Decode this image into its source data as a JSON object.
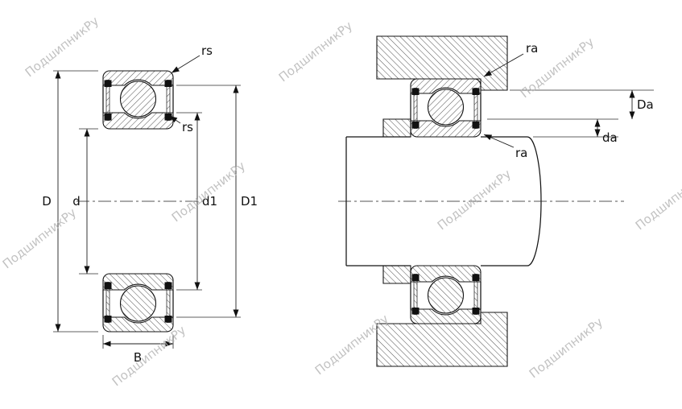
{
  "watermark": {
    "text": "ПодшипникРу"
  },
  "left_view": {
    "rs_outer": "rs",
    "rs_inner": "rs",
    "outer_diameter": "D",
    "bore_diameter": "d",
    "shoulder_inner": "d1",
    "shoulder_outer": "D1",
    "width": "B"
  },
  "right_view": {
    "fillet_housing": "ra",
    "fillet_shaft": "ra",
    "housing_abutment": "Da",
    "shaft_abutment": "da"
  }
}
